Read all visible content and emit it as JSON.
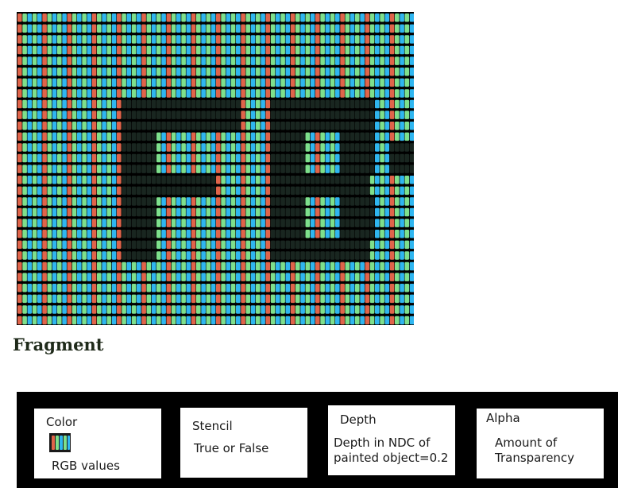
{
  "figure": {
    "photo_icon": "magnified-rgb-subpixel-grid",
    "subpixel_colors": {
      "red": "#e0644a",
      "green": "#7ee08c",
      "blue": "#2fb6f0",
      "dark": "#1c2a24",
      "background": "#000000"
    },
    "title": "Fragment"
  },
  "attributes": [
    {
      "id": "color",
      "label": "Color",
      "description": "RGB values",
      "icon": "rgb-subpixel-swatch-icon"
    },
    {
      "id": "stencil",
      "label": "Stencil",
      "description": "True or False"
    },
    {
      "id": "depth",
      "label": "Depth",
      "description_lines": [
        "Depth in NDC of",
        "painted object=0.2"
      ]
    },
    {
      "id": "alpha",
      "label": "Alpha",
      "description_lines": [
        "Amount of",
        "Transparency"
      ]
    }
  ]
}
